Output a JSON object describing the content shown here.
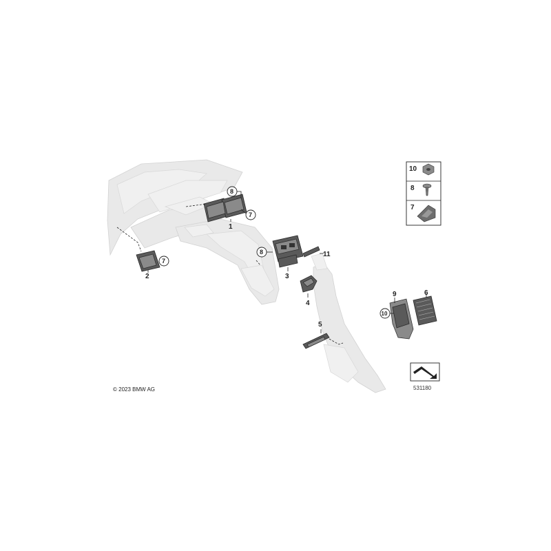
{
  "copyright": "© 2023 BMW AG",
  "diagram_number": "531180",
  "part_labels": {
    "p1": "1",
    "p2": "2",
    "p3": "3",
    "p4": "4",
    "p5": "5",
    "p6": "6",
    "p9": "9",
    "p11": "11"
  },
  "circled_labels": {
    "c8_top": "8",
    "c7_top": "7",
    "c7_left": "7",
    "c8_mid": "8",
    "c10_right": "10"
  },
  "legend": {
    "item10": "10",
    "item8": "8",
    "item7": "7"
  }
}
